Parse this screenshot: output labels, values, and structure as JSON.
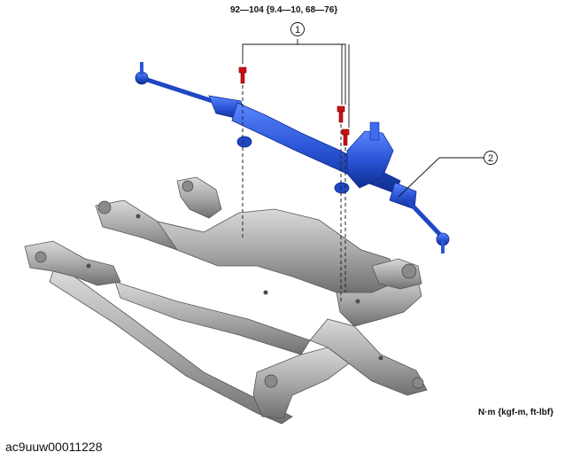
{
  "torque_spec": "92—104 {9.4—10, 68—76}",
  "callouts": [
    "1",
    "2"
  ],
  "units_label": "N·m {kgf-m, ft-lbf}",
  "figure_id": "ac9uuw00011228",
  "colors": {
    "steering_gear": "#2a55d6",
    "steering_gear_dark": "#123399",
    "bolt": "#cc1111",
    "subframe": "#a8a8a8",
    "subframe_dark": "#6e6e6e"
  },
  "icons": [
    "bolt-icon",
    "callout-circle-icon"
  ]
}
